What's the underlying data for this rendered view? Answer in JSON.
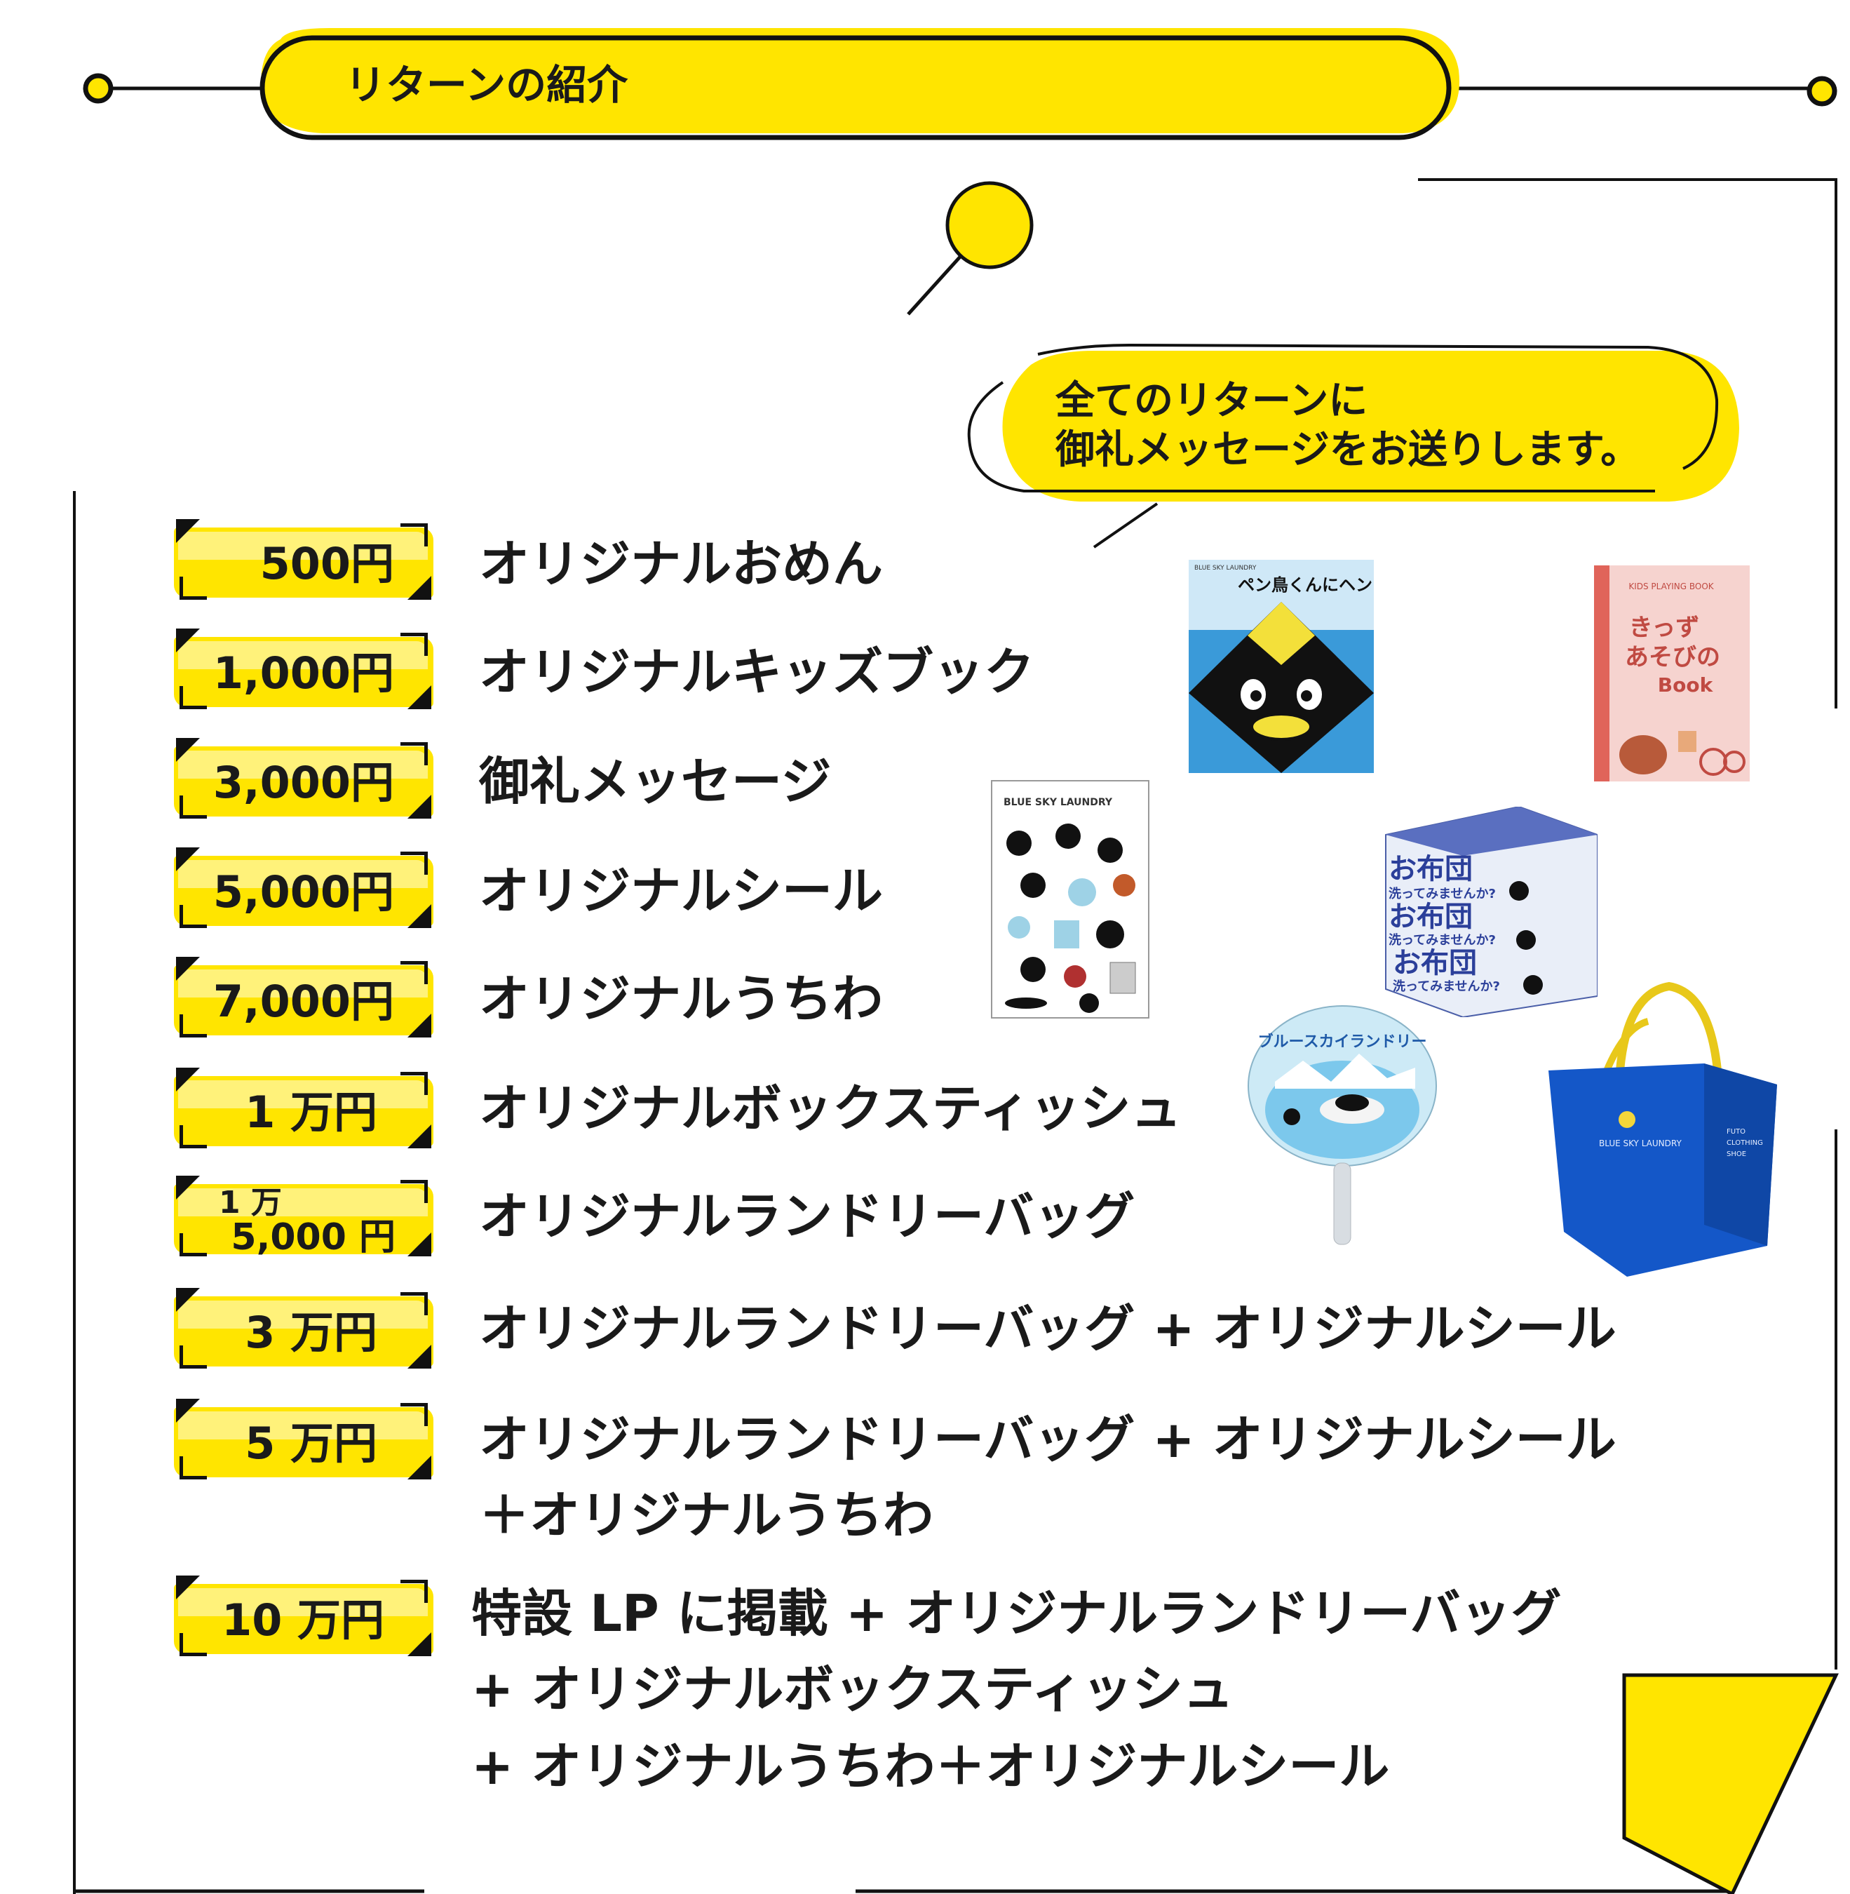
{
  "section_title": "リターンの紹介",
  "bubble": {
    "line1": "全てのリターンに",
    "line2": "御礼メッセージをお送りします。"
  },
  "rewards": [
    {
      "price": "500円",
      "items": [
        "オリジナルおめん"
      ]
    },
    {
      "price": "1,000円",
      "items": [
        "オリジナルキッズブック"
      ]
    },
    {
      "price": "3,000円",
      "items": [
        "御礼メッセージ"
      ]
    },
    {
      "price": "5,000円",
      "items": [
        "オリジナルシール"
      ]
    },
    {
      "price": "7,000円",
      "items": [
        "オリジナルうちわ"
      ]
    },
    {
      "price": "1 万円",
      "items": [
        "オリジナルボックスティッシュ"
      ]
    },
    {
      "price_line1": "1 万",
      "price_line2": "5,000 円",
      "items": [
        "オリジナルランドリーバッグ"
      ]
    },
    {
      "price": "3 万円",
      "items": [
        "オリジナルランドリーバッグ + オリジナルシール"
      ]
    },
    {
      "price": "5 万円",
      "items": [
        "オリジナルランドリーバッグ + オリジナルシール",
        "＋オリジナルうちわ"
      ]
    },
    {
      "price": "10 万円",
      "items": [
        "特設 LP に掲載 + オリジナルランドリーバッグ",
        "+ オリジナルボックスティッシュ",
        "+ オリジナルうちわ＋オリジナルシール"
      ]
    }
  ],
  "product_images": {
    "mask_book_title": "ペン鳥くんにヘンシン!!",
    "mask_book_brand": "BLUE SKY LAUNDRY",
    "kids_book_top": "KIDS PLAYING BOOK",
    "kids_book_title_1": "きっず",
    "kids_book_title_2": "あそびの",
    "kids_book_title_3": "Book",
    "sticker_brand": "BLUE SKY LAUNDRY",
    "tissue_text_1": "お布団",
    "tissue_text_2": "洗ってみませんか?",
    "fan_text": "ブルースカイランドリー",
    "bag_brand": "BLUE SKY LAUNDRY",
    "bag_tags": [
      "FUTO",
      "CLOTHING",
      "SHOE"
    ]
  },
  "colors": {
    "accent_yellow": "#FFE500",
    "line_black": "#111111",
    "mask_blue": "#3a9ad9",
    "bag_blue": "#1457c8",
    "kids_book_pink": "#f6d3cf"
  }
}
